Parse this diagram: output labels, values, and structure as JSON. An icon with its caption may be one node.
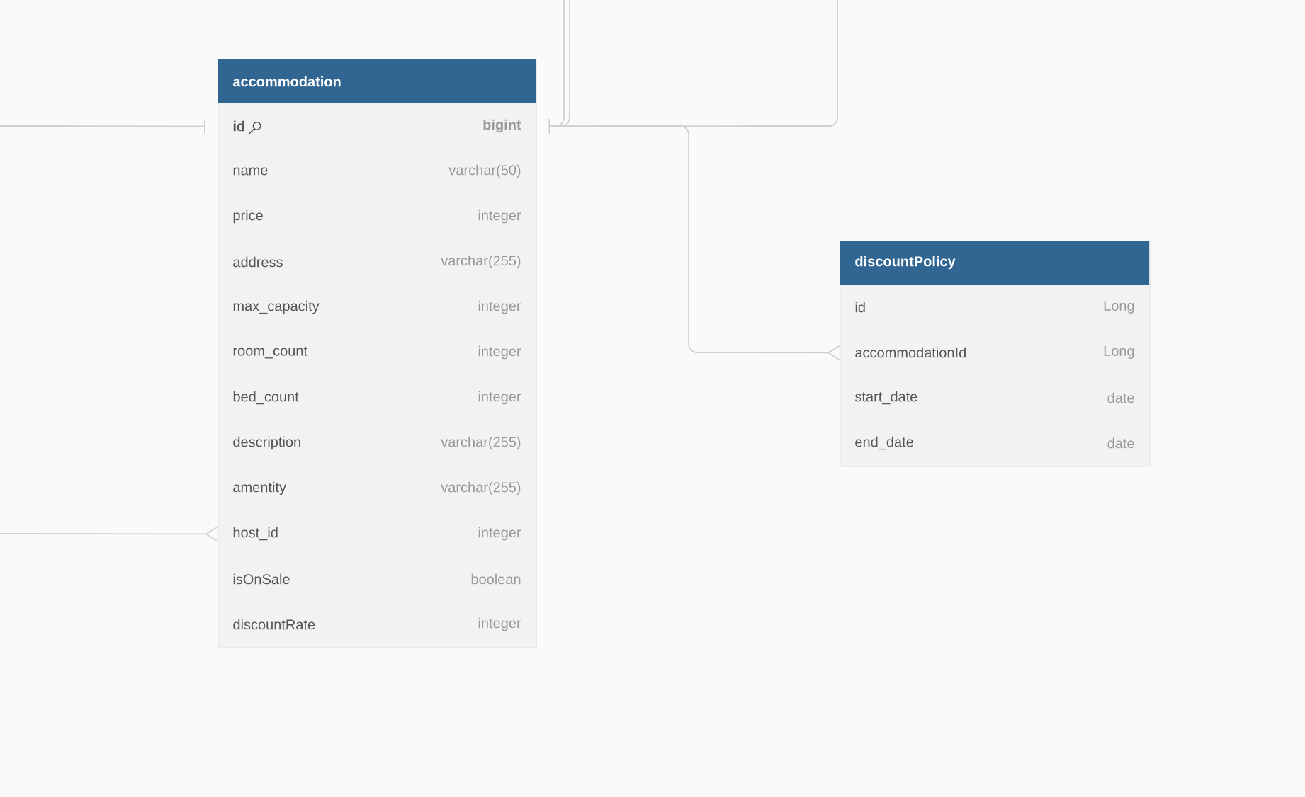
{
  "diagram": {
    "nodes": [
      {
        "text": [
          "accommodation"
        ]
      },
      {
        "text": [
          "id",
          "bigint"
        ],
        "in": 0
      },
      {
        "text": [
          "name",
          "varchar(50)"
        ],
        "in": 0
      },
      {
        "text": [
          "price",
          "integer"
        ],
        "in": 0
      },
      {
        "text": [
          "address",
          "varchar(255)"
        ],
        "in": 0
      },
      {
        "text": [
          "max_capacity",
          "integer"
        ],
        "in": 0
      },
      {
        "text": [
          "room_count",
          "integer"
        ],
        "in": 0
      },
      {
        "text": [
          "bed_count",
          "integer"
        ],
        "in": 0
      },
      {
        "text": [
          "description",
          "varchar(255)"
        ],
        "in": 0
      },
      {
        "text": [
          "amentity",
          "varchar(255)"
        ],
        "in": 0
      },
      {
        "text": [
          "host_id",
          "integer"
        ],
        "in": 0
      },
      {
        "text": [
          "isOnSale",
          "boolean"
        ],
        "in": 0
      },
      {
        "text": [
          "discountRate",
          "integer"
        ],
        "in": 0
      },
      {
        "text": [
          "discountPolicy"
        ]
      },
      {
        "text": [
          "id",
          "Long"
        ],
        "in": 13
      },
      {
        "text": [
          "accommodationId",
          "Long"
        ],
        "in": 13
      },
      {
        "text": [
          "start_date",
          "date"
        ],
        "in": 13
      },
      {
        "text": [
          "end_date",
          "date"
        ],
        "in": 13
      }
    ],
    "edges": [
      {
        "from": null,
        "to": 1,
        "arrow": "other"
      },
      {
        "from": 1,
        "to": null,
        "arrow": "other"
      },
      {
        "from": 1,
        "to": null,
        "arrow": "other"
      },
      {
        "from": 1,
        "to": null,
        "arrow": "other"
      },
      {
        "from": 1,
        "to": 15,
        "arrow": "other"
      },
      {
        "from": null,
        "to": 10,
        "arrow": "other"
      }
    ]
  }
}
